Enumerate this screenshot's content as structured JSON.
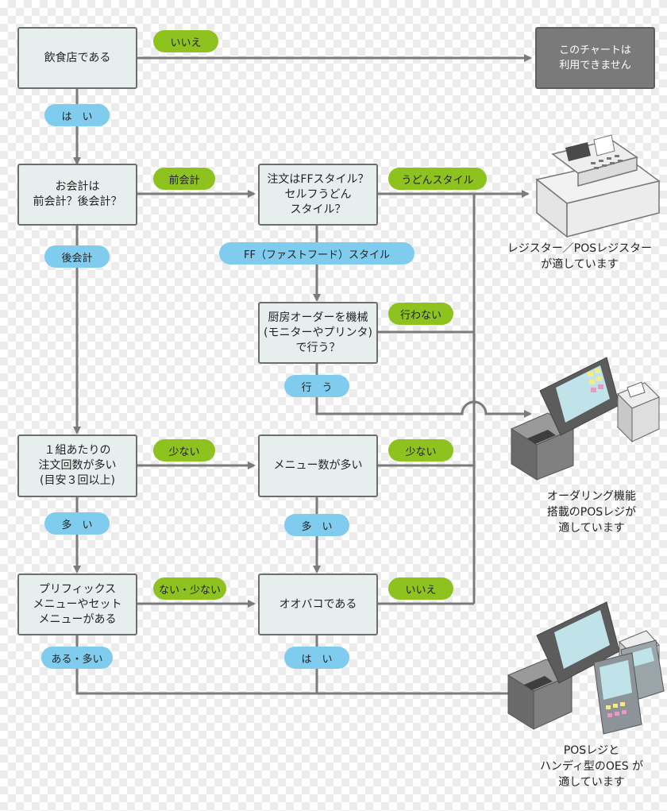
{
  "nodes": {
    "restaurant": "飲食店である",
    "payment": "お会計は\n前会計？後会計？",
    "ff_style": "注文はFFスタイル？\nセルフうどん\nスタイル？",
    "kitchen": "厨房オーダーを機械\n(モニターやプリンタ)\nで行う？",
    "orders": "１組あたりの\n注文回数が多い\n(目安３回以上)",
    "menu_count": "メニュー数が多い",
    "prefix": "プリフィックス\nメニューやセット\nメニューがある",
    "ohbako": "オオバコである",
    "not_available": "このチャートは\n利用できません"
  },
  "labels": {
    "no_restaurant": "いいえ",
    "yes_restaurant": "は　い",
    "prepay": "前会計",
    "postpay": "後会計",
    "udon": "うどんスタイル",
    "ff": "FF（ファストフード）スタイル",
    "kitchen_no": "行わない",
    "kitchen_yes": "行　う",
    "orders_few": "少ない",
    "orders_many": "多　い",
    "menu_few": "少ない",
    "menu_many": "多　い",
    "prefix_none": "ない・少ない",
    "prefix_some": "ある・多い",
    "ohbako_no": "いいえ",
    "ohbako_yes": "は　い"
  },
  "results": {
    "register": "レジスター／POSレジスター\nが適しています",
    "ordering_pos": "オーダリング機能\n搭載のPOSレジが\n適しています",
    "pos_oes": "POSレジと\nハンディ型のOES が\n適しています"
  },
  "colors": {
    "box_fill": "#e6eeee",
    "box_border": "#6d6d6d",
    "dark_box": "#7a7a7a",
    "green_pill": "#8dc21f",
    "blue_pill": "#7fccef",
    "line": "#7b7b7b"
  },
  "icons": [
    "cash-register-icon",
    "pos-terminal-icon",
    "pos-handheld-oes-icon"
  ]
}
